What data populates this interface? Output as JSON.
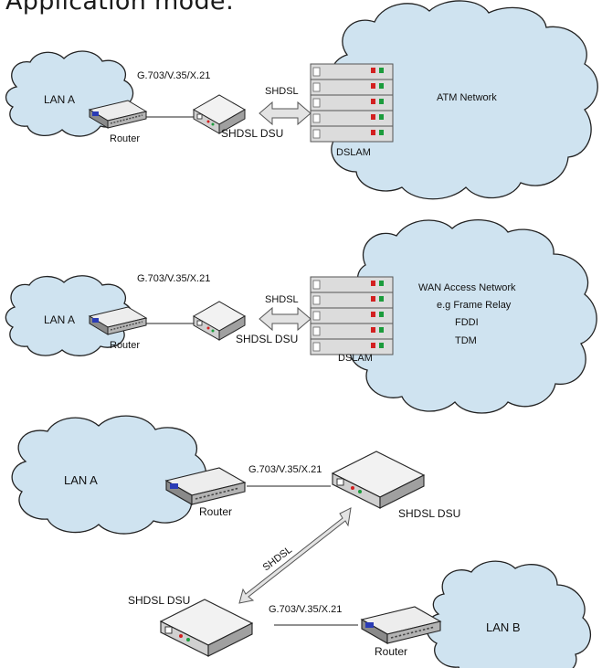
{
  "page": {
    "title": "Application mode:"
  },
  "scenario1": {
    "lan_label": "LAN A",
    "router_label": "Router",
    "link_label": "G.703/V.35/X.21",
    "dsu_label": "SHDSL DSU",
    "shdsl_label": "SHDSL",
    "dslam_label": "DSLAM",
    "network_label": "ATM Network"
  },
  "scenario2": {
    "lan_label": "LAN A",
    "router_label": "Router",
    "link_label": "G.703/V.35/X.21",
    "dsu_label": "SHDSL DSU",
    "shdsl_label": "SHDSL",
    "dslam_label": "DSLAM",
    "network_lines": [
      "WAN Access Network",
      "e.g Frame Relay",
      "FDDI",
      "TDM"
    ]
  },
  "scenario3": {
    "lan_a_label": "LAN A",
    "router_a_label": "Router",
    "link_top_label": "G.703/V.35/X.21",
    "dsu_top_label": "SHDSL DSU",
    "shdsl_label": "SHDSL",
    "dsu_bottom_label": "SHDSL DSU",
    "link_bottom_label": "G.703/V.35/X.21",
    "router_b_label": "Router",
    "lan_b_label": "LAN B"
  },
  "colors": {
    "cloud_fill": "#cfe3f0",
    "dslam_fill": "#dcdcdc",
    "led_red": "#d32020",
    "led_green": "#1c9c3c",
    "arrow_fill": "#e3e3e3"
  }
}
